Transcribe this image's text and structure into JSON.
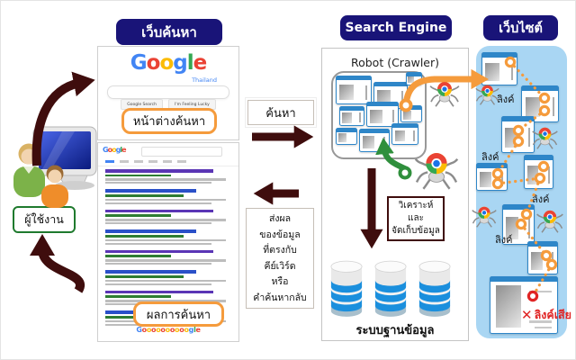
{
  "titles": {
    "web_search": "เว็บค้นหา",
    "search_engine": "Search Engine",
    "website": "เว็บไซต์"
  },
  "user": {
    "label": "ผู้ใช้งาน"
  },
  "google_home": {
    "logo_chars": "Google",
    "country": "Thailand",
    "search_button": "Google Search",
    "lucky_button": "I'm Feeling Lucky",
    "caption": "หน้าต่างค้นหา"
  },
  "results_page": {
    "logo_chars": "Google",
    "caption": "ผลการค้นหา",
    "pagination_chars": "Goooooooooogle"
  },
  "flow": {
    "search_box": "ค้นหา",
    "return_lines": [
      "ส่งผล",
      "ของข้อมูล",
      "ที่ตรงกับ",
      "คีย์เวิร์ด",
      "หรือ",
      "คำค้นหากลับ"
    ]
  },
  "engine": {
    "robot_title": "Robot (Crawler)",
    "analyze_lines": [
      "วิเคราะห์",
      "และ",
      "จัดเก็บข้อมูล"
    ],
    "database_label": "ระบบฐานข้อมูล"
  },
  "website_panel": {
    "link_labels": [
      "ลิงค์",
      "ลิงค์",
      "ลิงค์",
      "ลิงค์"
    ],
    "broken_mark": "✕",
    "broken_link": "ลิงค์เสีย"
  },
  "colors": {
    "navy": "#191478",
    "dark_arrow": "#3f0d0d",
    "orange": "#f59b3c",
    "green_arrow": "#2f8f3c",
    "green_border": "#1f7a2e",
    "panel_blue": "#a9d6f3",
    "window_blue": "#2e86c8",
    "broken_red": "#e02424"
  }
}
